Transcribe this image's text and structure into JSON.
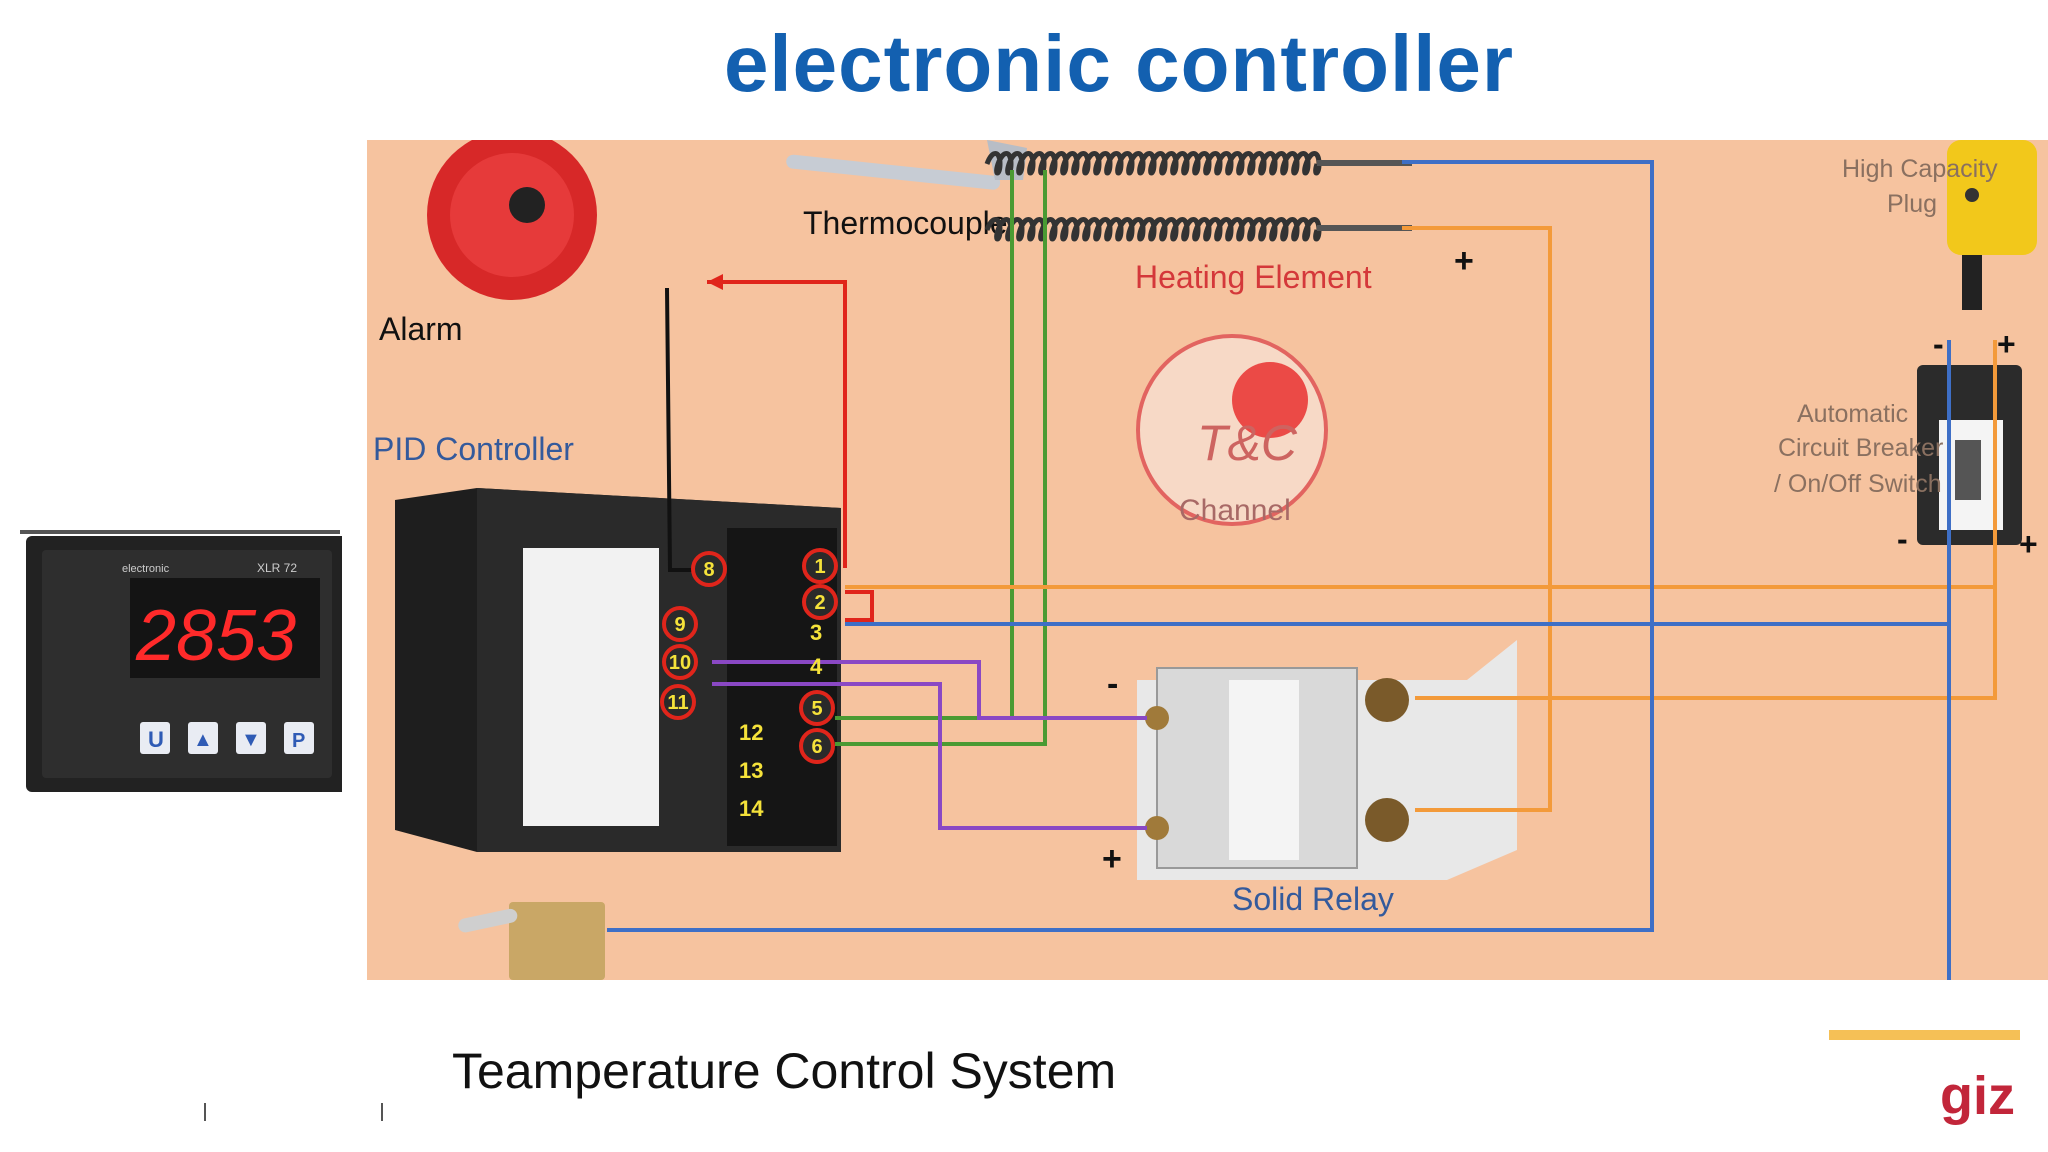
{
  "slide": {
    "title": "electronic controller",
    "caption": "Teamperature Control System",
    "logo_text": "giz"
  },
  "colors": {
    "title": "#1360b0",
    "diagram_bg": "#f6c39f",
    "wire_red": "#e0251b",
    "wire_green": "#4a9a33",
    "wire_blue": "#3e6fc6",
    "wire_orange": "#f39a3a",
    "wire_purple": "#8a48c4",
    "wire_black": "#111111",
    "accent_bar": "#f5c056",
    "logo": "#c2263a"
  },
  "device": {
    "display_value": "2853",
    "brand": "electronic",
    "model": "XLR 72",
    "buttons": [
      "U",
      "▲",
      "▼",
      "P"
    ]
  },
  "diagram": {
    "labels": {
      "alarm": "Alarm",
      "thermocouple": "Thermocouple",
      "heating_element": "Heating Element",
      "pid_controller": "PID Controller",
      "solid_relay": "Solid Relay",
      "plug": [
        "High Capacity",
        "Plug"
      ],
      "breaker": [
        "Automatic",
        "Circuit Breaker",
        "/ On/Off Switch"
      ],
      "watermark": "Channel"
    },
    "terminals_left": [
      "8",
      "9",
      "10",
      "11"
    ],
    "terminals_right": [
      "1",
      "2",
      "3",
      "4",
      "5",
      "6"
    ],
    "terminals_bottom": [
      "12",
      "13",
      "14"
    ],
    "polarity": {
      "plus": "+",
      "minus": "-"
    }
  }
}
